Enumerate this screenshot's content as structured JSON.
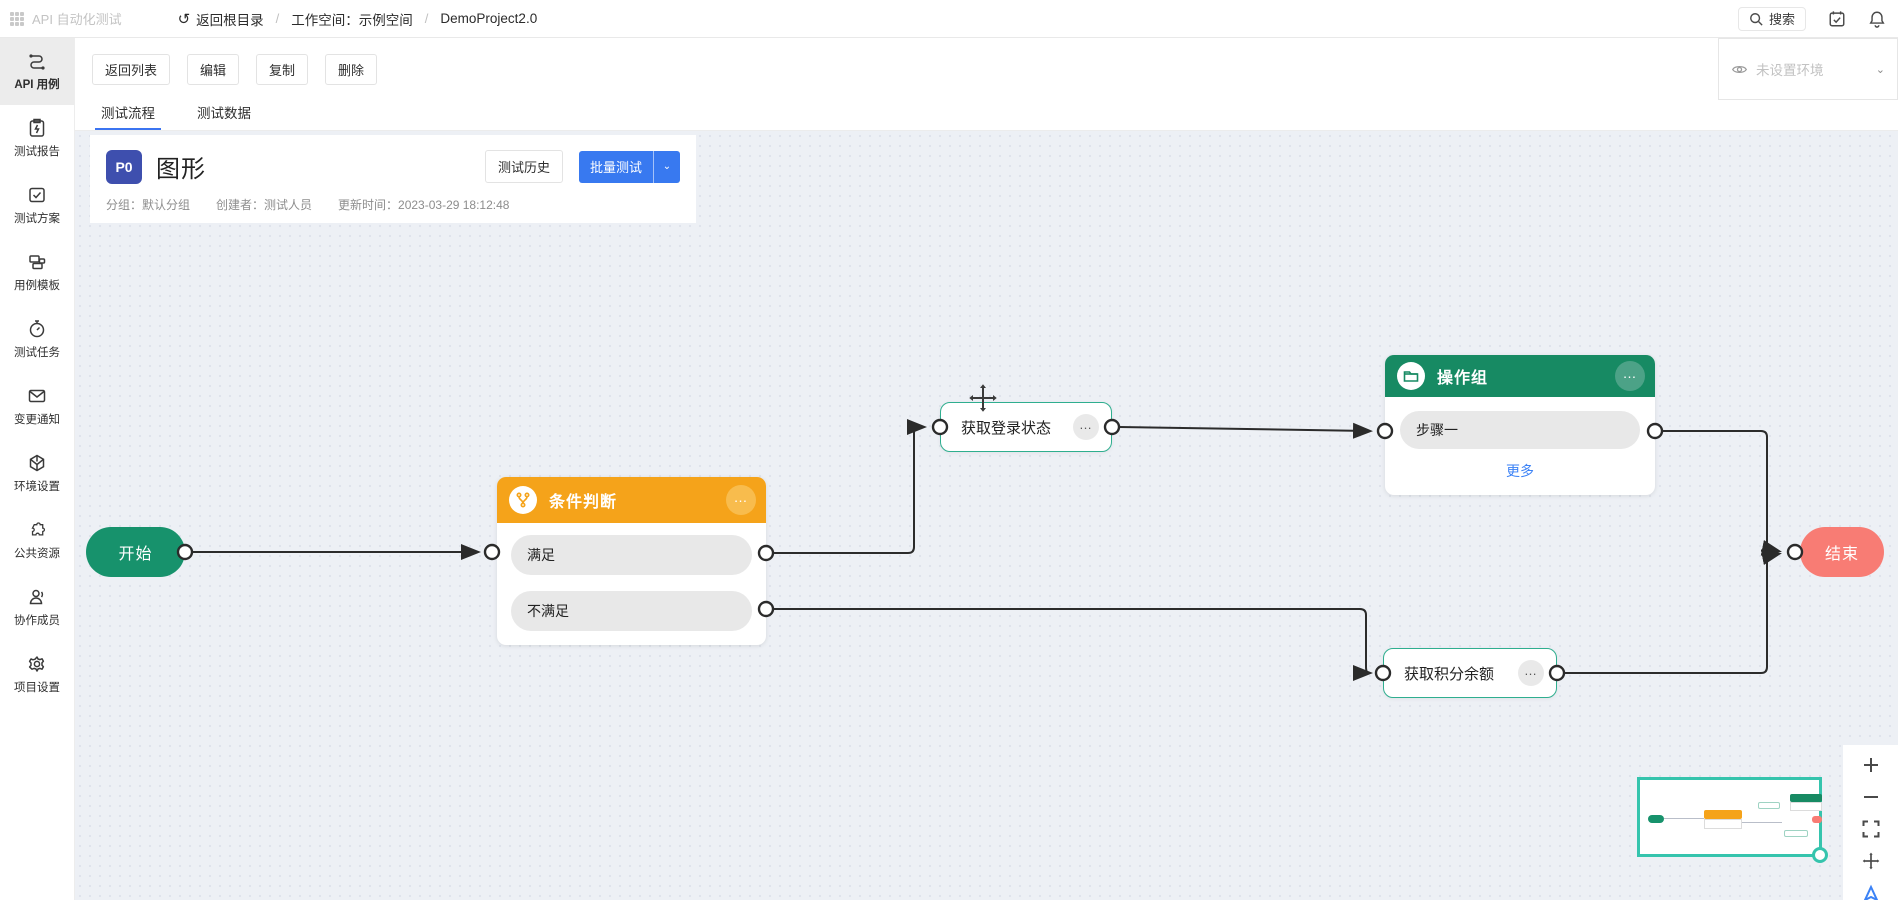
{
  "topbar": {
    "app_name": "API 自动化测试",
    "back_label": "返回根目录",
    "crumb_sep": "/",
    "workspace": "工作空间：示例空间",
    "project": "DemoProject2.0",
    "search_label": "搜索"
  },
  "sidebar": {
    "items": [
      {
        "label": "API 用例",
        "icon": "route-icon",
        "active": true
      },
      {
        "label": "测试报告",
        "icon": "report-icon",
        "active": false
      },
      {
        "label": "测试方案",
        "icon": "plan-icon",
        "active": false
      },
      {
        "label": "用例模板",
        "icon": "template-icon",
        "active": false
      },
      {
        "label": "测试任务",
        "icon": "task-icon",
        "active": false
      },
      {
        "label": "变更通知",
        "icon": "mail-icon",
        "active": false
      },
      {
        "label": "环境设置",
        "icon": "env-icon",
        "active": false
      },
      {
        "label": "公共资源",
        "icon": "resource-icon",
        "active": false
      },
      {
        "label": "协作成员",
        "icon": "member-icon",
        "active": false
      },
      {
        "label": "项目设置",
        "icon": "settings-icon",
        "active": false
      }
    ]
  },
  "toolbar": {
    "buttons": [
      "返回列表",
      "编辑",
      "复制",
      "删除"
    ],
    "env_selector": "未设置环境",
    "env_chevron": "⌄"
  },
  "tabs": [
    {
      "label": "测试流程",
      "active": true
    },
    {
      "label": "测试数据",
      "active": false
    }
  ],
  "case_info": {
    "priority": "P0",
    "title": "图形",
    "history_button": "测试历史",
    "batch_button": "批量测试",
    "batch_chevron": "⌄",
    "group": "分组：默认分组",
    "creator": "创建者：测试人员",
    "updated": "更新时间：2023-03-29 18:12:48"
  },
  "flow": {
    "start_label": "开始",
    "end_label": "结束",
    "condition": {
      "title": "条件判断",
      "menu_dots": "…",
      "branches": [
        "满足",
        "不满足"
      ]
    },
    "login_node": {
      "label": "获取登录状态",
      "menu_dots": "…"
    },
    "group_node": {
      "title": "操作组",
      "menu_dots": "…",
      "steps": [
        "步骤一"
      ],
      "more_label": "更多"
    },
    "points_node": {
      "label": "获取积分余额",
      "menu_dots": "…"
    }
  },
  "colors": {
    "start_green": "#17926c",
    "group_green": "#178a63",
    "condition_orange": "#f5a31a",
    "end_coral": "#f87c74",
    "node_border_teal": "#2fae8f",
    "minimap_teal": "#35c4ad",
    "primary_blue": "#3879f0",
    "tab_underline_blue": "#3b74f1",
    "priority_badge_indigo": "#3e4fae",
    "link_blue": "#3b82f6",
    "edge_dark": "#2b2b2b",
    "canvas_bg": "#edf0f5"
  }
}
